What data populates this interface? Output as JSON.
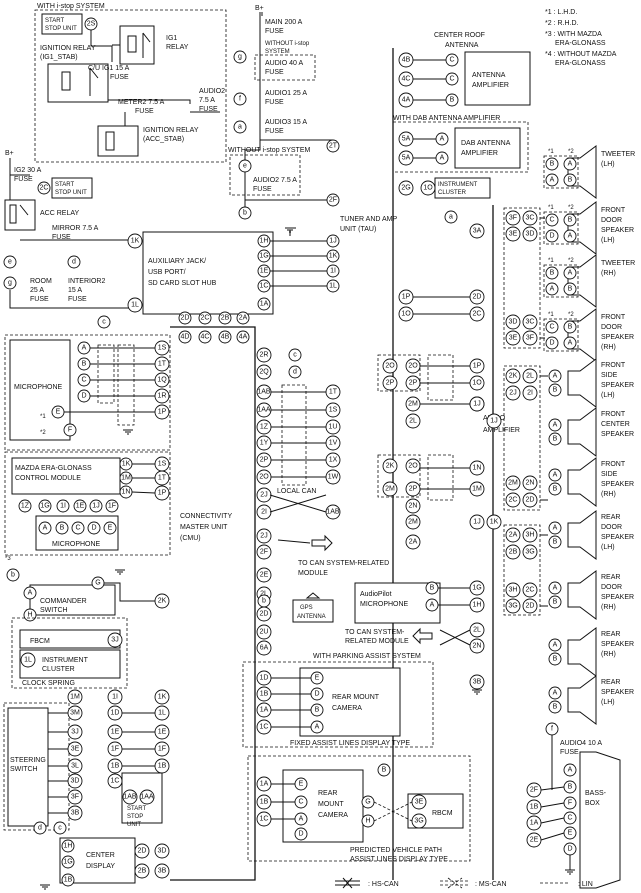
{
  "notes": {
    "n1": "*1 : L.H.D.",
    "n2": "*2 : R.H.D.",
    "n3a": "*3 : WITH MAZDA",
    "n3b": "ERA-GLONASS",
    "n4a": "*4 : WITHOUT MAZDA",
    "n4b": "ERA-GLONASS"
  },
  "power": {
    "bplus_top": "B+",
    "bplus_left": "B+",
    "istop_system": "WITH i-stop SYSTEM",
    "start_stop_unit": [
      "START",
      "STOP UNIT"
    ],
    "ig1_relay": [
      "IG1",
      "RELAY"
    ],
    "ignition_relay_ig1": [
      "IGNITION RELAY",
      "(IG1_STAB)"
    ],
    "cu_ig1_fuse": [
      "C/U IG1 15 A",
      "FUSE"
    ],
    "meter2_fuse": "METER2 7.5 A",
    "fuse_word": "FUSE",
    "ignition_relay_acc": [
      "IGNITION RELAY",
      "(ACC_STAB)"
    ],
    "main_fuse": [
      "MAIN 200 A",
      "FUSE"
    ],
    "without_istop": [
      "WITHOUT i-stop",
      "SYSTEM"
    ],
    "audio_40": [
      "AUDIO 40 A",
      "FUSE"
    ],
    "audio2_fuse_a": [
      "AUDIO2",
      "7.5 A",
      "FUSE"
    ],
    "audio1_fuse": [
      "AUDIO1 25 A",
      "FUSE"
    ],
    "audio3_fuse": [
      "AUDIO3 15 A",
      "FUSE"
    ],
    "without_istop_system": "WITHOUT i-stop SYSTEM",
    "audio2_fuse_b": [
      "AUDIO2 7.5 A",
      "FUSE"
    ],
    "ig2_fuse": [
      "IG2 30 A",
      "FUSE"
    ],
    "start_stop_unit_2": [
      "START",
      "STOP UNIT"
    ],
    "acc_relay": "ACC RELAY",
    "mirror_fuse": [
      "MIRROR 7.5 A",
      "FUSE"
    ],
    "room_fuse": [
      "ROOM",
      "25 A",
      "FUSE"
    ],
    "interior2_fuse": [
      "INTERIOR2",
      "15 A",
      "FUSE"
    ],
    "audio4_fuse": [
      "AUDIO4 10 A",
      "FUSE"
    ]
  },
  "modules": {
    "aux_hub": [
      "AUXILIARY JACK/",
      "USB PORT/",
      "SD CARD SLOT HUB"
    ],
    "microphone": "MICROPHONE",
    "era_glonass": [
      "MAZDA ERA-GLONASS",
      "CONTROL MODULE"
    ],
    "microphone_2": "MICROPHONE",
    "cmu": [
      "CONNECTIVITY",
      "MASTER UNIT",
      "(CMU)"
    ],
    "commander_switch": [
      "COMMANDER",
      "SWITCH"
    ],
    "fbcm": "FBCM",
    "instrument_cluster": [
      "INSTRUMENT",
      "CLUSTER"
    ],
    "clock_spring": "CLOCK SPRING",
    "steering_switch": [
      "STEERING",
      "SWITCH"
    ],
    "start_stop_unit": [
      "START",
      "STOP",
      "UNIT"
    ],
    "center_display": [
      "CENTER",
      "DISPLAY"
    ],
    "center_roof_antenna": [
      "CENTER ROOF",
      "ANTENNA"
    ],
    "antenna_amp": [
      "ANTENNA",
      "AMPLIFIER"
    ],
    "with_dab": "WITH DAB ANTENNA AMPLIFIER",
    "dab_amp": [
      "DAB ANTENNA",
      "AMPLIFIER"
    ],
    "instrument_cluster_2": [
      "INSTRUMENT",
      "CLUSTER"
    ],
    "tuner": [
      "TUNER AND AMP",
      "UNIT (TAU)"
    ],
    "local_can": "LOCAL CAN",
    "to_can": [
      "TO CAN SYSTEM-RELATED",
      "MODULE"
    ],
    "gps_antenna": [
      "GPS",
      "ANTENNA"
    ],
    "to_can_2": [
      "TO CAN SYSTEM-",
      "RELATED MODULE"
    ],
    "with_parking": "WITH PARKING ASSIST SYSTEM",
    "rear_camera": [
      "REAR MOUNT",
      "CAMERA"
    ],
    "fixed_lines": "FIXED ASSIST LINES DISPLAY TYPE",
    "rear_camera_2": [
      "REAR",
      "MOUNT",
      "CAMERA"
    ],
    "rbcm": "RBCM",
    "predicted_lines": [
      "PREDICTED VEHICLE PATH",
      "ASSIST LINES DISPLAY TYPE"
    ],
    "audiopilot": [
      "AudioPilot",
      "MICROPHONE"
    ],
    "audio_amp": [
      "AUDIO",
      "AMPLIFIER"
    ],
    "bass_box": [
      "BASS-",
      "BOX"
    ]
  },
  "speakers": [
    [
      "TWEETER",
      "(LH)"
    ],
    [
      "FRONT",
      "DOOR",
      "SPEAKER",
      "(LH)"
    ],
    [
      "TWEETER",
      "(RH)"
    ],
    [
      "FRONT",
      "DOOR",
      "SPEAKER",
      "(RH)"
    ],
    [
      "FRONT",
      "SIDE",
      "SPEAKER",
      "(LH)"
    ],
    [
      "FRONT",
      "CENTER",
      "SPEAKER"
    ],
    [
      "FRONT",
      "SIDE",
      "SPEAKER",
      "(RH)"
    ],
    [
      "REAR",
      "DOOR",
      "SPEAKER",
      "(LH)"
    ],
    [
      "REAR",
      "DOOR",
      "SPEAKER",
      "(RH)"
    ],
    [
      "REAR",
      "SPEAKER",
      "(RH)"
    ],
    [
      "REAR",
      "SPEAKER",
      "(LH)"
    ]
  ],
  "legend": {
    "hs_can": ": HS-CAN",
    "ms_can": ": MS-CAN",
    "lin": ": LIN"
  },
  "pins": {
    "p2s": "2S",
    "p2t": "2T",
    "p2f": "2F",
    "p2g": "2G",
    "p1k": "1K",
    "p1l": "1L",
    "p1h": "1H",
    "p1g": "1G",
    "p1e": "1E",
    "p1c": "1C",
    "p1a": "1A",
    "p1j": "1J",
    "p1k_t": "1K",
    "p1i_t": "1I",
    "p1l_t": "1L",
    "p2d": "2D",
    "p2c": "2C",
    "p2b": "2B",
    "p2a": "2A",
    "p4d": "4D",
    "p4c": "4C",
    "p4b": "4B",
    "p4a": "4A",
    "p4b_r": "4B",
    "p4c_r": "4C",
    "p4a_r": "4A",
    "p5a": "5A",
    "p5a_2": "5A",
    "p1o": "1O",
    "p3a": "3A",
    "mic": [
      "A",
      "B",
      "C",
      "D",
      "E",
      "F"
    ],
    "cmu_mic": [
      "1S",
      "1T",
      "1Q",
      "1R",
      "1P"
    ],
    "p2e": "2E",
    "p2e_2": "2E",
    "era": [
      "1K",
      "1M",
      "1N"
    ],
    "era_cmu": [
      "1S",
      "1T",
      "1P"
    ],
    "era_bot": [
      "1Z",
      "1G",
      "1I",
      "1E",
      "1J",
      "1F"
    ],
    "era_mic": [
      "A",
      "B",
      "C",
      "D",
      "E"
    ],
    "mid": [
      "2R",
      "2Q",
      "1AB",
      "1AA",
      "1Z",
      "1Y",
      "2P",
      "2O",
      "2J",
      "2I",
      "2J",
      "2F",
      "2E",
      "2L",
      "2D",
      "2U",
      "6A",
      "6A"
    ],
    "mid_r": [
      "1T",
      "1S",
      "1U",
      "1V",
      "1X",
      "1W",
      "1AB"
    ],
    "small_c": "c",
    "small_d": "d",
    "small_a": "a",
    "small_b": "b",
    "small_e": "e",
    "small_f": "f",
    "small_g": "g",
    "p2k": "2K",
    "cmd": [
      "G",
      "A",
      "H"
    ],
    "p3j": "3J",
    "p1l_ic": "1L",
    "p1m": "1M",
    "p1i": "1I",
    "p1d": "1D",
    "p1e_c": "1E",
    "p1f": "1F",
    "p1b": "1B",
    "p1c_c": "1C",
    "sw": [
      "3M",
      "3J",
      "3E",
      "3L",
      "3D",
      "3F",
      "3B"
    ],
    "sss": [
      "1AB",
      "1AA"
    ],
    "disp": [
      "1H",
      "1G",
      "1B"
    ],
    "disp_r": [
      "2D",
      "3D",
      "2B",
      "3B"
    ],
    "tau_l": [
      "2O",
      "2P",
      "2M",
      "2L",
      "2O",
      "2P",
      "2N",
      "2M",
      "2K",
      "2A"
    ],
    "tau_r": [
      "2N",
      "2Q",
      "2R",
      "2I",
      "2Q",
      "2R",
      "2I"
    ],
    "tau_s": [
      "1P",
      "1O",
      "1L",
      "1J",
      "1N",
      "1M",
      "1J",
      "1K"
    ],
    "ap": [
      "B",
      "A"
    ],
    "ap_p": [
      "1G",
      "1H"
    ],
    "p2l": "2L",
    "p2n": "2N",
    "p3b": "3B",
    "cam": [
      "1D",
      "1B",
      "1A",
      "1C",
      "E",
      "D",
      "B",
      "C",
      "A"
    ],
    "cam2": [
      "1A",
      "1B",
      "1C",
      "E",
      "C",
      "A",
      "D",
      "B",
      "G",
      "H",
      "3E",
      "3G"
    ],
    "amp_top": [
      "3F",
      "3C",
      "3E",
      "3D",
      "3D",
      "3C",
      "3E",
      "3F"
    ],
    "amp_mid": [
      "2K",
      "2L",
      "2J",
      "2I",
      "2M",
      "2N",
      "2C",
      "2D"
    ],
    "amp_bot": [
      "2A",
      "3H",
      "2B",
      "3G",
      "3H",
      "2C",
      "3G",
      "2D"
    ],
    "amp_bass": [
      "2F",
      "1B",
      "1A",
      "2E"
    ],
    "spk_ab": [
      "A",
      "B"
    ],
    "spk_cd": [
      "C",
      "D"
    ],
    "bass": [
      "A",
      "B",
      "F",
      "C",
      "E",
      "D"
    ],
    "star1": "*1",
    "star2": "*2",
    "star3": "*3",
    "plus": "+",
    "minus": "−"
  }
}
